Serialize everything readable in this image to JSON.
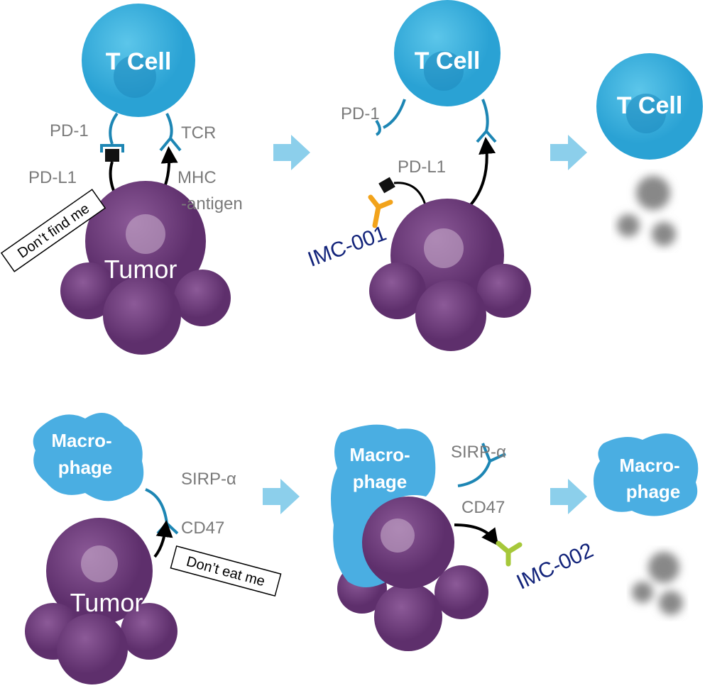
{
  "colors": {
    "t_cell": "#3fb3df",
    "macrophage": "#4aaee2",
    "tumor": "#7a4a86",
    "receptor": "#1d86b4",
    "arrow": "#8ccfeb",
    "imc001": "#f2a31b",
    "imc002": "#a6c83a",
    "drug_text": "#12237a",
    "label": "#7a7a7a"
  },
  "panel1": {
    "cell": "T Cell",
    "pd1": "PD-1",
    "tcr": "TCR",
    "pdl1": "PD-L1",
    "mhc1": "MHC",
    "mhc2": "-antigen",
    "tag": "Don’t find me",
    "tumor": "Tumor"
  },
  "panel2": {
    "cell": "T Cell",
    "pd1": "PD-1",
    "pdl1": "PD-L1",
    "drug": "IMC-001"
  },
  "panel3": {
    "cell": "T Cell"
  },
  "panel4": {
    "mac1": "Macro-",
    "mac2": "phage",
    "sirp": "SIRP-α",
    "cd47": "CD47",
    "tag": "Don’t eat me",
    "tumor": "Tumor"
  },
  "panel5": {
    "mac1": "Macro-",
    "mac2": "phage",
    "sirp": "SIRP-α",
    "cd47": "CD47",
    "drug": "IMC-002"
  },
  "panel6": {
    "mac1": "Macro-",
    "mac2": "phage"
  }
}
